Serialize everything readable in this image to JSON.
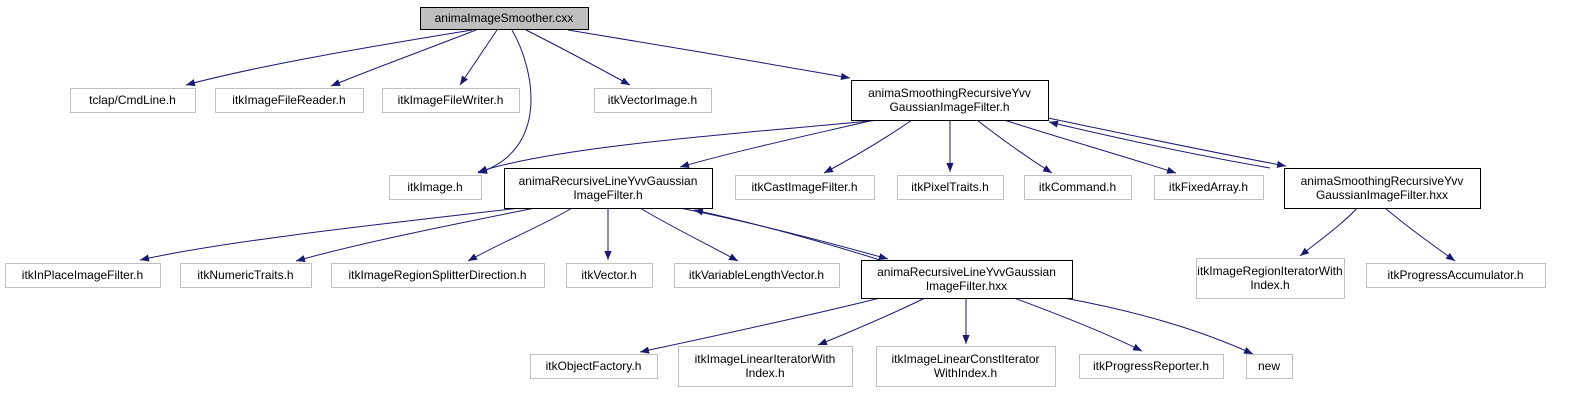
{
  "diagram": {
    "type": "include-dependency-graph",
    "colors": {
      "edge": "#191970",
      "root_fill": "#bfbfbf",
      "documented_border": "#000000",
      "external_border": "#bfbfbf",
      "node_fill": "#ffffff"
    },
    "nodes": [
      {
        "id": "root",
        "lines": [
          "animaImageSmoother.cxx"
        ],
        "kind": "root"
      },
      {
        "id": "cmdline",
        "lines": [
          "tclap/CmdLine.h"
        ],
        "kind": "external"
      },
      {
        "id": "reader",
        "lines": [
          "itkImageFileReader.h"
        ],
        "kind": "external"
      },
      {
        "id": "writer",
        "lines": [
          "itkImageFileWriter.h"
        ],
        "kind": "external"
      },
      {
        "id": "vecimg",
        "lines": [
          "itkVectorImage.h"
        ],
        "kind": "external"
      },
      {
        "id": "smooth_h",
        "lines": [
          "animaSmoothingRecursiveYvv",
          "GaussianImageFilter.h"
        ],
        "kind": "documented"
      },
      {
        "id": "image",
        "lines": [
          "itkImage.h"
        ],
        "kind": "external"
      },
      {
        "id": "line_h",
        "lines": [
          "animaRecursiveLineYvvGaussian",
          "ImageFilter.h"
        ],
        "kind": "documented"
      },
      {
        "id": "cast",
        "lines": [
          "itkCastImageFilter.h"
        ],
        "kind": "external"
      },
      {
        "id": "pixtraits",
        "lines": [
          "itkPixelTraits.h"
        ],
        "kind": "external"
      },
      {
        "id": "command",
        "lines": [
          "itkCommand.h"
        ],
        "kind": "external"
      },
      {
        "id": "fixedarr",
        "lines": [
          "itkFixedArray.h"
        ],
        "kind": "external"
      },
      {
        "id": "smooth_hxx",
        "lines": [
          "animaSmoothingRecursiveYvv",
          "GaussianImageFilter.hxx"
        ],
        "kind": "documented"
      },
      {
        "id": "inplace",
        "lines": [
          "itkInPlaceImageFilter.h"
        ],
        "kind": "external"
      },
      {
        "id": "numtraits",
        "lines": [
          "itkNumericTraits.h"
        ],
        "kind": "external"
      },
      {
        "id": "splitter",
        "lines": [
          "itkImageRegionSplitterDirection.h"
        ],
        "kind": "external"
      },
      {
        "id": "vector",
        "lines": [
          "itkVector.h"
        ],
        "kind": "external"
      },
      {
        "id": "varlen",
        "lines": [
          "itkVariableLengthVector.h"
        ],
        "kind": "external"
      },
      {
        "id": "line_hxx",
        "lines": [
          "animaRecursiveLineYvvGaussian",
          "ImageFilter.hxx"
        ],
        "kind": "documented"
      },
      {
        "id": "regioniter",
        "lines": [
          "itkImageRegionIteratorWith",
          "Index.h"
        ],
        "kind": "external"
      },
      {
        "id": "progacc",
        "lines": [
          "itkProgressAccumulator.h"
        ],
        "kind": "external"
      },
      {
        "id": "objfactory",
        "lines": [
          "itkObjectFactory.h"
        ],
        "kind": "external"
      },
      {
        "id": "lineariter",
        "lines": [
          "itkImageLinearIteratorWith",
          "Index.h"
        ],
        "kind": "external"
      },
      {
        "id": "linconstiter",
        "lines": [
          "itkImageLinearConstIterator",
          "WithIndex.h"
        ],
        "kind": "external"
      },
      {
        "id": "progrep",
        "lines": [
          "itkProgressReporter.h"
        ],
        "kind": "external"
      },
      {
        "id": "new",
        "lines": [
          "new"
        ],
        "kind": "external"
      }
    ],
    "edges": [
      {
        "from": "root",
        "to": "cmdline"
      },
      {
        "from": "root",
        "to": "reader"
      },
      {
        "from": "root",
        "to": "writer"
      },
      {
        "from": "root",
        "to": "image"
      },
      {
        "from": "root",
        "to": "vecimg"
      },
      {
        "from": "root",
        "to": "smooth_h"
      },
      {
        "from": "smooth_h",
        "to": "image"
      },
      {
        "from": "smooth_h",
        "to": "line_h"
      },
      {
        "from": "smooth_h",
        "to": "cast"
      },
      {
        "from": "smooth_h",
        "to": "pixtraits"
      },
      {
        "from": "smooth_h",
        "to": "command"
      },
      {
        "from": "smooth_h",
        "to": "fixedarr"
      },
      {
        "from": "smooth_h",
        "to": "smooth_hxx"
      },
      {
        "from": "smooth_hxx",
        "to": "smooth_h"
      },
      {
        "from": "smooth_hxx",
        "to": "regioniter"
      },
      {
        "from": "smooth_hxx",
        "to": "progacc"
      },
      {
        "from": "line_h",
        "to": "inplace"
      },
      {
        "from": "line_h",
        "to": "numtraits"
      },
      {
        "from": "line_h",
        "to": "splitter"
      },
      {
        "from": "line_h",
        "to": "vector"
      },
      {
        "from": "line_h",
        "to": "varlen"
      },
      {
        "from": "line_h",
        "to": "line_hxx"
      },
      {
        "from": "line_hxx",
        "to": "line_h"
      },
      {
        "from": "line_hxx",
        "to": "objfactory"
      },
      {
        "from": "line_hxx",
        "to": "lineariter"
      },
      {
        "from": "line_hxx",
        "to": "linconstiter"
      },
      {
        "from": "line_hxx",
        "to": "progrep"
      },
      {
        "from": "line_hxx",
        "to": "new"
      }
    ]
  }
}
